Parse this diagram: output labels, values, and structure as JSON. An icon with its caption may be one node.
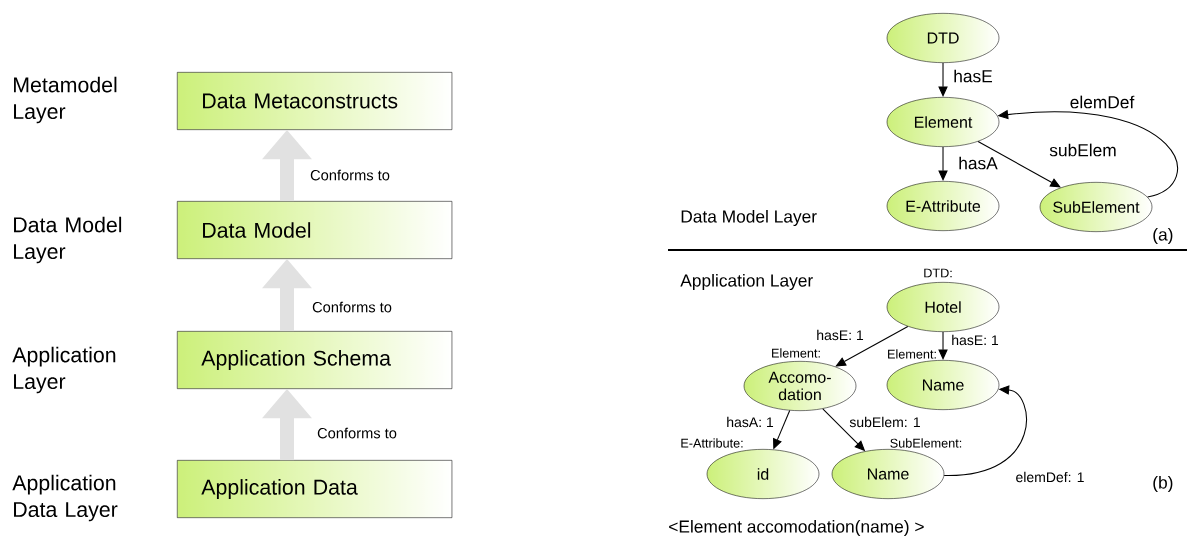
{
  "diagram": {
    "nodes": [
      {
        "text": [
          "Data Metaconstructs"
        ]
      },
      {
        "text": [
          "Data Model"
        ]
      },
      {
        "text": [
          "Application Schema"
        ]
      },
      {
        "text": [
          "Application Data"
        ]
      },
      {
        "text": [
          "DTD"
        ]
      },
      {
        "text": [
          "Element"
        ]
      },
      {
        "text": [
          "E-Attribute"
        ]
      },
      {
        "text": [
          "SubElement"
        ]
      },
      {
        "text": [
          "Hotel"
        ],
        "beside": [
          "DTD:"
        ]
      },
      {
        "text": [
          "Accomo- dation"
        ],
        "beside": [
          "Element:"
        ]
      },
      {
        "text": [
          "Name"
        ],
        "beside": [
          "Element:"
        ]
      },
      {
        "text": [
          "id"
        ],
        "beside": [
          "E-Attribute:"
        ]
      },
      {
        "text": [
          "Name"
        ],
        "beside": [
          "SubElement:"
        ]
      }
    ],
    "edges": [
      {
        "from": 1,
        "to": 0,
        "arrow": "to",
        "label": "Conforms to",
        "style": "thick",
        "color": "#e1e1e1"
      },
      {
        "from": 2,
        "to": 1,
        "arrow": "to",
        "label": "Conforms to",
        "style": "thick",
        "color": "#e1e1e1"
      },
      {
        "from": 3,
        "to": 2,
        "arrow": "to",
        "label": "Conforms to",
        "style": "thick",
        "color": "#e1e1e1"
      },
      {
        "from": 4,
        "to": 5,
        "arrow": "to",
        "label": "hasE"
      },
      {
        "from": 5,
        "to": 6,
        "arrow": "to",
        "label": "hasA"
      },
      {
        "from": 5,
        "to": 7,
        "arrow": "to",
        "label": "subElem"
      },
      {
        "from": 7,
        "to": 5,
        "arrow": "to",
        "label": "elemDef"
      },
      {
        "from": 8,
        "to": 9,
        "arrow": "to",
        "label": "hasE: 1"
      },
      {
        "from": 8,
        "to": 10,
        "arrow": "to",
        "label": "hasE: 1"
      },
      {
        "from": 9,
        "to": 11,
        "arrow": "to",
        "label": "hasA: 1"
      },
      {
        "from": 9,
        "to": 12,
        "arrow": "to",
        "label": "subElem: 1"
      },
      {
        "from": 12,
        "to": 10,
        "arrow": "to",
        "label": "elemDef: 1"
      }
    ],
    "labels": [
      "Metamodel Layer",
      "Data Model Layer",
      "Application Layer",
      "Application Data Layer",
      "Data Model Layer",
      "(a)",
      "Application Layer",
      "(b)",
      "<Element accomodation(name) >"
    ]
  }
}
